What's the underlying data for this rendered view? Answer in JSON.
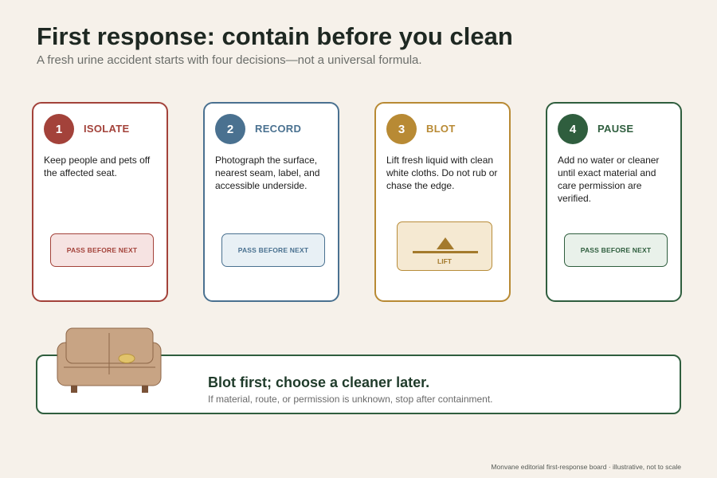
{
  "header": {
    "title": "First response: contain before you clean",
    "subtitle": "A fresh urine accident starts with four decisions—not a universal formula."
  },
  "steps": [
    {
      "number": "1",
      "title": "ISOLATE",
      "body": "Keep people and pets off the affected seat.",
      "tag": "PASS BEFORE NEXT",
      "color": "#a3423a",
      "tint": "#f6e3e2"
    },
    {
      "number": "2",
      "title": "RECORD",
      "body": "Photograph the surface, nearest seam, label, and accessible underside.",
      "tag": "PASS BEFORE NEXT",
      "color": "#4a7190",
      "tint": "#e8f0f5"
    },
    {
      "number": "3",
      "title": "BLOT",
      "body": "Lift fresh liquid with clean white cloths. Do not rub or chase the edge.",
      "tag": "LIFT",
      "color": "#b88a34",
      "tint": "#f5e9d2"
    },
    {
      "number": "4",
      "title": "PAUSE",
      "body": "Add no water or cleaner until exact material and care permission are verified.",
      "tag": "PASS BEFORE NEXT",
      "color": "#2f5e3e",
      "tint": "#e9f1ea"
    }
  ],
  "banner": {
    "title": "Blot first; choose a cleaner later.",
    "text": "If material, route, or permission is unknown, stop after containment."
  },
  "footnote": "Monvane editorial first-response board · illustrative, not to scale"
}
